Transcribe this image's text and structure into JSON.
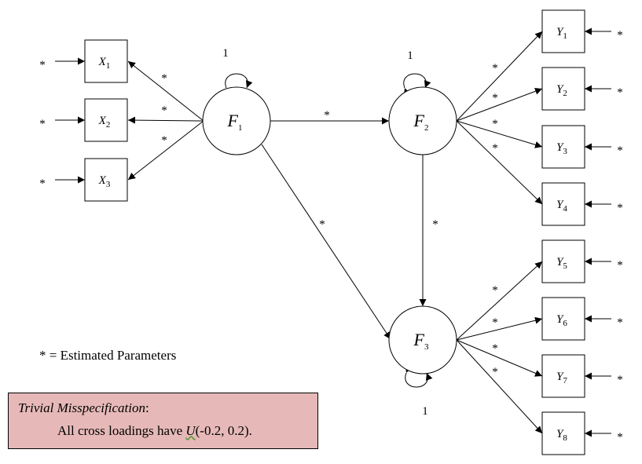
{
  "latent_factors": [
    {
      "id": "F1",
      "letter": "F",
      "sub": "1"
    },
    {
      "id": "F2",
      "letter": "F",
      "sub": "2"
    },
    {
      "id": "F3",
      "letter": "F",
      "sub": "3"
    }
  ],
  "observed_x": [
    {
      "id": "X1",
      "letter": "X",
      "sub": "1"
    },
    {
      "id": "X2",
      "letter": "X",
      "sub": "2"
    },
    {
      "id": "X3",
      "letter": "X",
      "sub": "3"
    }
  ],
  "observed_y": [
    {
      "id": "Y1",
      "letter": "Y",
      "sub": "1"
    },
    {
      "id": "Y2",
      "letter": "Y",
      "sub": "2"
    },
    {
      "id": "Y3",
      "letter": "Y",
      "sub": "3"
    },
    {
      "id": "Y4",
      "letter": "Y",
      "sub": "4"
    },
    {
      "id": "Y5",
      "letter": "Y",
      "sub": "5"
    },
    {
      "id": "Y6",
      "letter": "Y",
      "sub": "6"
    },
    {
      "id": "Y7",
      "letter": "Y",
      "sub": "7"
    },
    {
      "id": "Y8",
      "letter": "Y",
      "sub": "8"
    }
  ],
  "parameter_marker": "*",
  "fixed_variance_label": "1",
  "legend": "* = Estimated Parameters",
  "note": {
    "title": "Trivial Misspecification",
    "title_suffix": ":",
    "body_prefix": "All cross loadings have ",
    "distribution": "U",
    "body_suffix": "(-0.2, 0.2)."
  }
}
